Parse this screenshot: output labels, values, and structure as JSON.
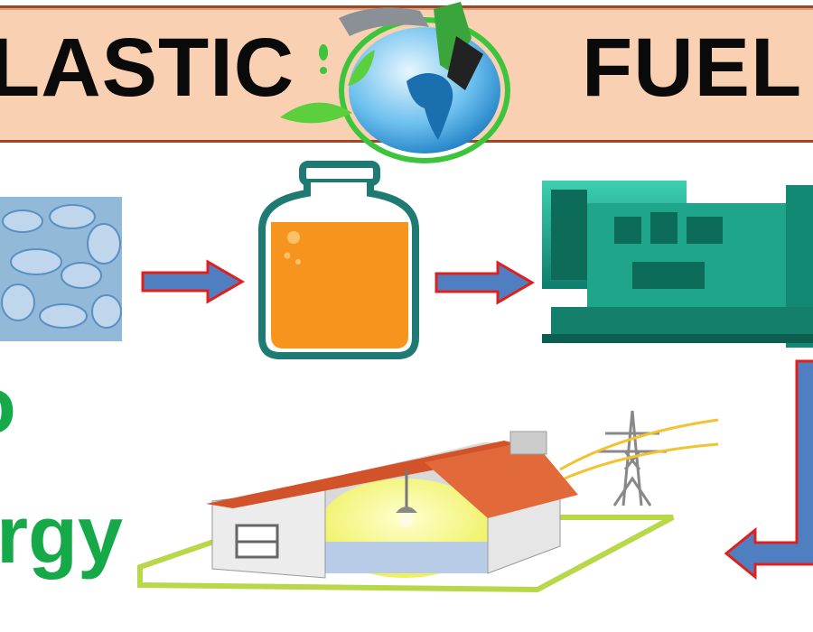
{
  "header": {
    "left_word": "LASTIC",
    "right_word": "FUEL"
  },
  "side_text": {
    "line1": "o",
    "line2": "rgy"
  },
  "icons": [
    "globe-fuel-pump-icon",
    "plastic-bottles-image",
    "fuel-jar-icon",
    "generator-icon",
    "house-icon",
    "power-tower-icon"
  ],
  "colors": {
    "banner": "#f9d0b2",
    "arrow_fill": "#4f7fc0",
    "arrow_outline": "#e0201e",
    "fuel": "#f7941d",
    "jar_outline": "#1f7a73",
    "green_text": "#15a94a"
  }
}
